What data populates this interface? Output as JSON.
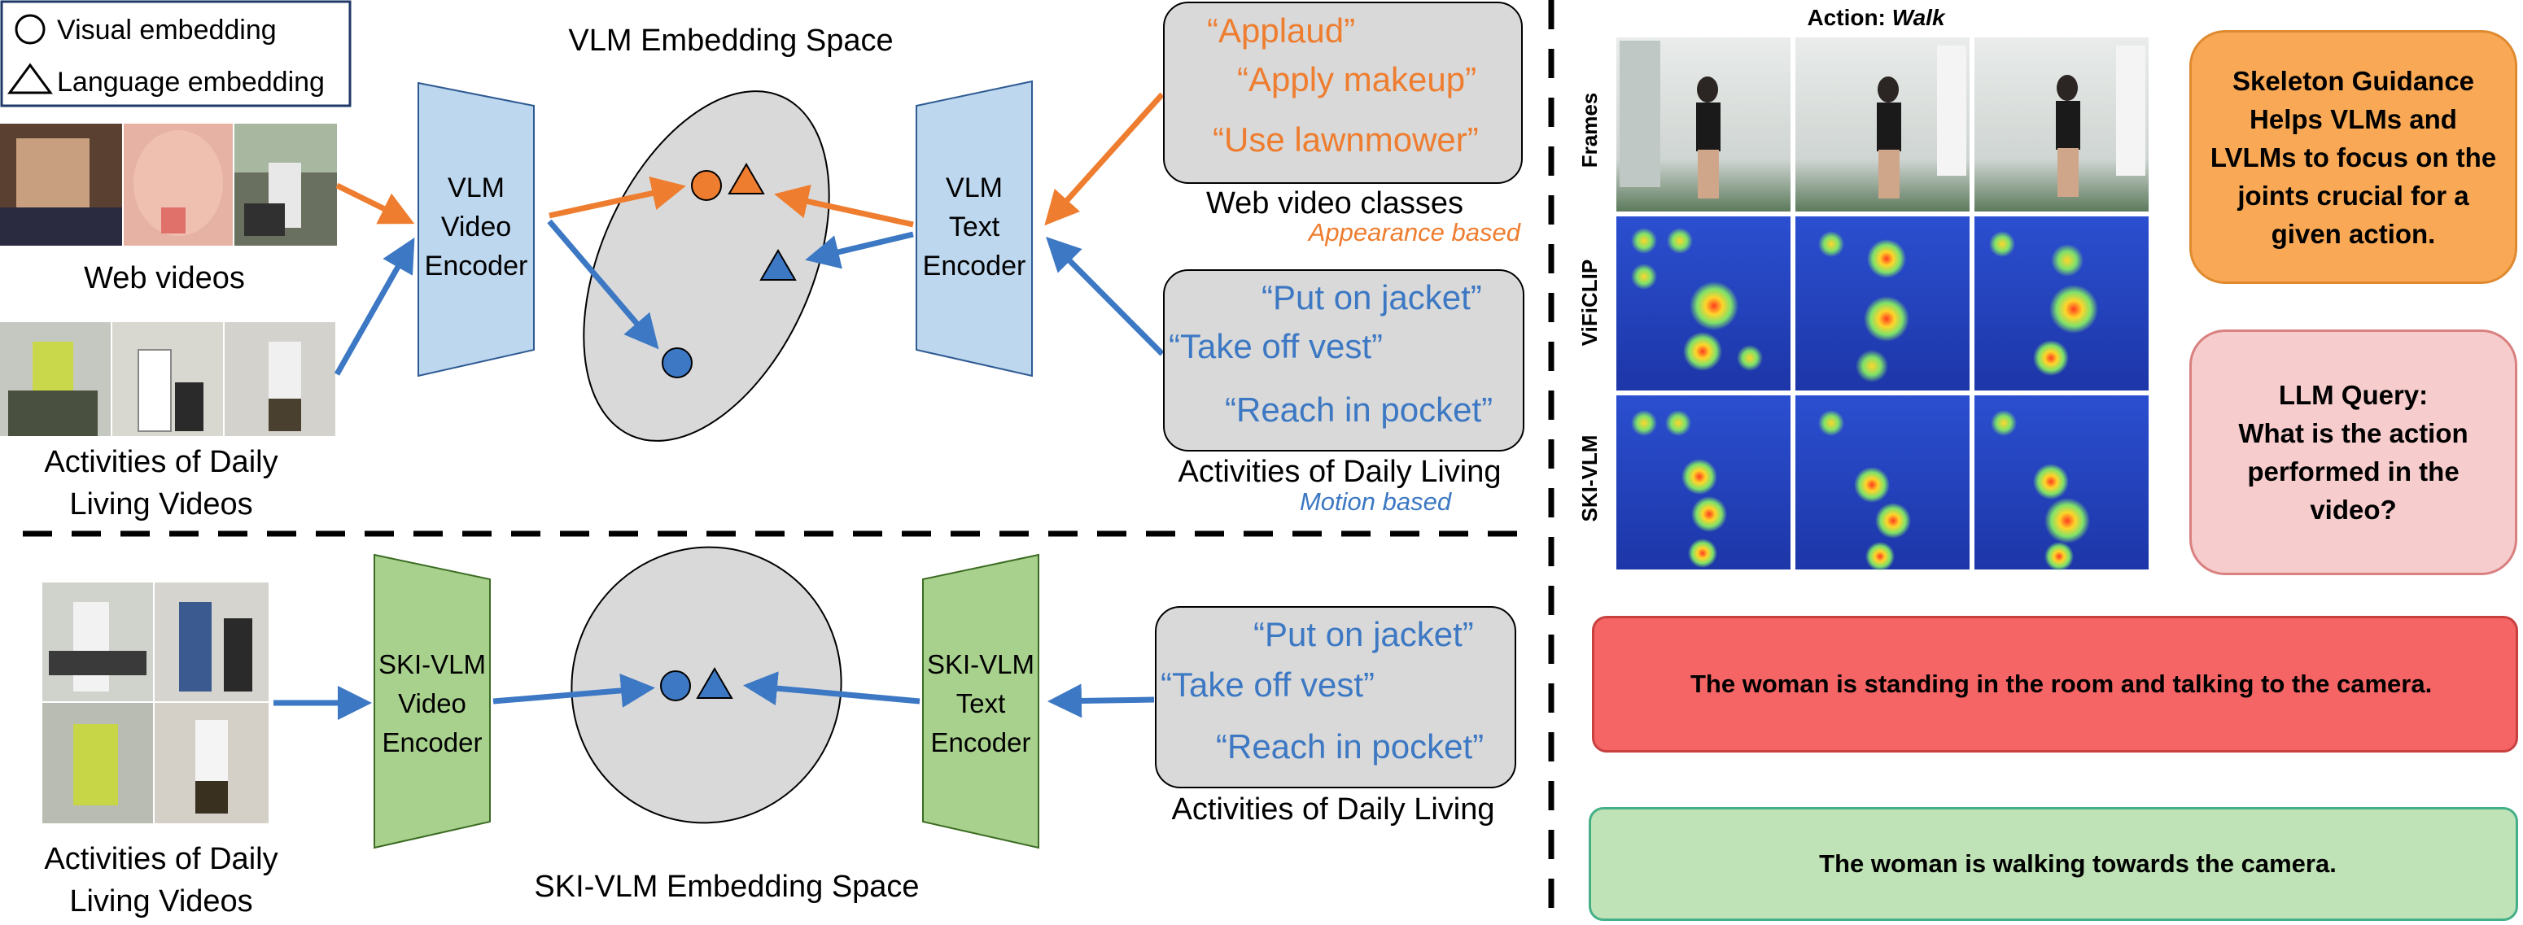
{
  "legend": {
    "visual": "Visual embedding",
    "language": "Language embedding"
  },
  "top": {
    "space_title": "VLM Embedding Space",
    "video_encoder": [
      "VLM",
      "Video",
      "Encoder"
    ],
    "text_encoder": [
      "VLM",
      "Text",
      "Encoder"
    ],
    "web_videos": "Web videos",
    "adl_videos": [
      "Activities of Daily",
      "Living Videos"
    ],
    "web_classes": [
      "“Applaud”",
      "“Apply makeup”",
      "“Use lawnmower”"
    ],
    "web_classes_caption": "Web video classes",
    "appearance_note": "Appearance based",
    "adl_classes": [
      "“Put on jacket”",
      "“Take off vest”",
      "“Reach in pocket”"
    ],
    "adl_caption": "Activities of Daily Living",
    "motion_note": "Motion based"
  },
  "bottom": {
    "video_encoder": [
      "SKI-VLM",
      "Video",
      "Encoder"
    ],
    "text_encoder": [
      "SKI-VLM",
      "Text",
      "Encoder"
    ],
    "space_title": "SKI-VLM Embedding Space",
    "adl_videos": [
      "Activities of Daily",
      "Living Videos"
    ],
    "adl_classes": [
      "“Put on jacket”",
      "“Take off vest”",
      "“Reach in pocket”"
    ],
    "adl_caption": "Activities of Daily Living"
  },
  "right": {
    "action_label": "Action: ",
    "action_value": "Walk",
    "row_labels": [
      "Frames",
      "ViFiCLIP",
      "SKI-VLM"
    ],
    "skeleton_box": [
      "Skeleton Guidance",
      "Helps VLMs and",
      "LVLMs to focus on the",
      "joints crucial for a",
      "given action."
    ],
    "query_box": [
      "LLM Query:",
      "What is the action",
      "performed in the",
      "video?"
    ],
    "answer_red": "The woman is standing in the room and talking to the camera.",
    "answer_green": "The woman is walking towards the camera."
  },
  "colors": {
    "orange": "#ee7d2f",
    "blue": "#3c78c3",
    "encoder_blue": "#bdd7ee",
    "encoder_green": "#a9d18e",
    "class_box": "#d9d9d9",
    "answer_red": "#f56565",
    "answer_green": "#bfe3b6",
    "bubble_orange": "#f9a955",
    "bubble_pink": "#f6cccc"
  }
}
